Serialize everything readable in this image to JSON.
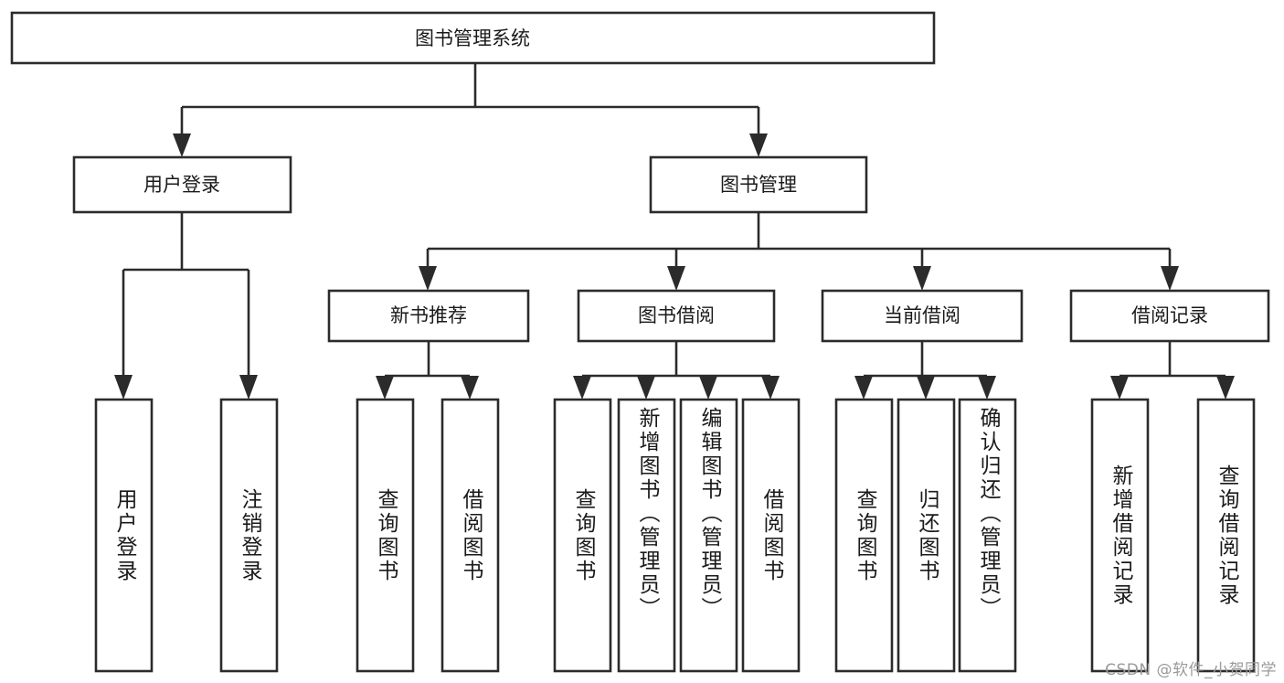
{
  "diagram": {
    "type": "tree-hierarchy-chart",
    "title": "图书管理系统",
    "background_color": "#ffffff",
    "line_color": "#2b2b2b",
    "text_color": "#1a1a1a",
    "root": {
      "label": "图书管理系统",
      "level": 1
    },
    "level2": [
      {
        "label": "用户登录"
      },
      {
        "label": "图书管理"
      }
    ],
    "level3": [
      {
        "label": "新书推荐"
      },
      {
        "label": "图书借阅"
      },
      {
        "label": "当前借阅"
      },
      {
        "label": "借阅记录"
      }
    ],
    "leaves": {
      "user_login": [
        {
          "label": "用户登录"
        },
        {
          "label": "注销登录"
        }
      ],
      "new_book_recommend": [
        {
          "label": "查询图书"
        },
        {
          "label": "借阅图书"
        }
      ],
      "book_borrow": [
        {
          "label": "查询图书"
        },
        {
          "label": "新增图书（管理员）"
        },
        {
          "label": "编辑图书（管理员）"
        },
        {
          "label": "借阅图书"
        }
      ],
      "current_borrow": [
        {
          "label": "查询图书"
        },
        {
          "label": "归还图书"
        },
        {
          "label": "确认归还（管理员）"
        }
      ],
      "borrow_record": [
        {
          "label": "新增借阅记录"
        },
        {
          "label": "查询借阅记录"
        }
      ]
    }
  },
  "watermark": {
    "text": "CSDN @软件_小贺同学"
  }
}
